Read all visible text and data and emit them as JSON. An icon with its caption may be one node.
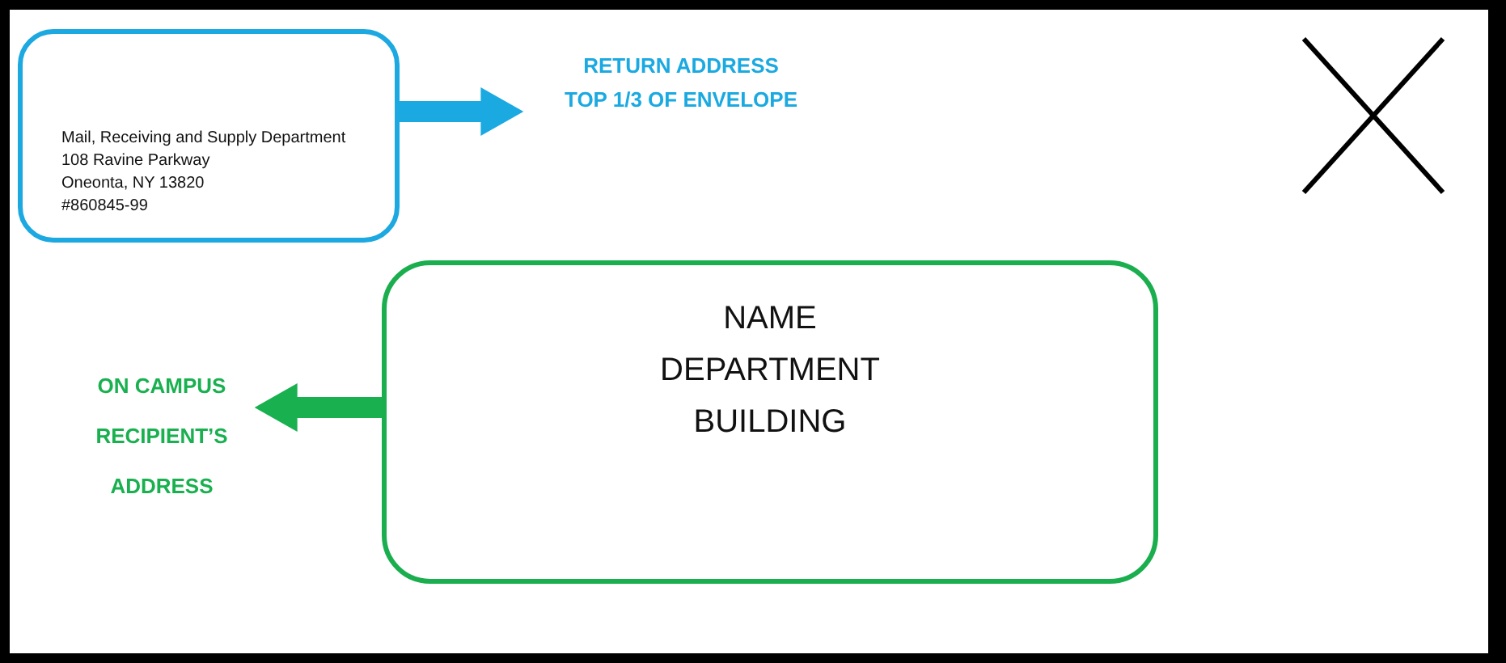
{
  "diagram": {
    "nodes": [
      {
        "text": [
          "Mail, Receiving and Supply Department",
          "108 Ravine Parkway",
          "Oneonta, NY 13820",
          "#860845-99"
        ]
      },
      {
        "text": [
          "RETURN ADDRESS TOP 1/3 OF ENVELOPE"
        ]
      },
      {
        "text": [
          "NAME",
          "DEPARTMENT",
          "BUILDING"
        ]
      },
      {
        "text": [
          "ON CAMPUS RECIPIENT’S ADDRESS"
        ]
      }
    ],
    "edges": [
      {
        "from": 0,
        "to": 1,
        "arrow": "to",
        "color": "#1ba9e1"
      },
      {
        "from": 2,
        "to": 3,
        "arrow": "to",
        "color": "#19b050"
      }
    ]
  }
}
